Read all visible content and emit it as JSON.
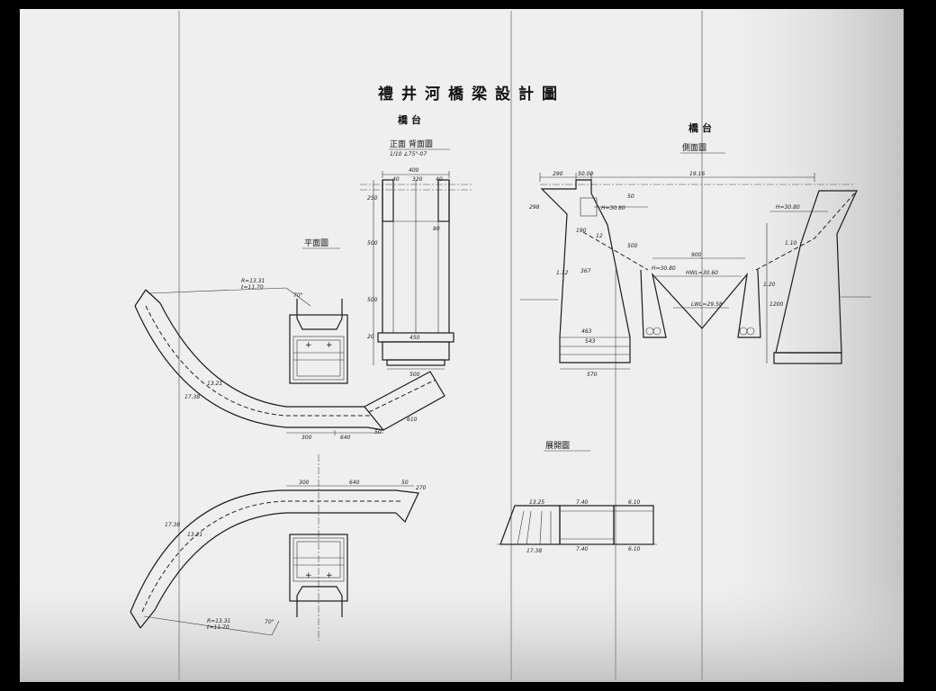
{
  "drawing": {
    "title": "禮井河橋梁設計圖",
    "abutment_left_label": "橋台",
    "abutment_right_label": "橋台",
    "front_back_view": {
      "label": "正面 背面圖",
      "scale": "1/10 ∠75°-07"
    },
    "plan_view": {
      "label": "平面圖"
    },
    "side_view": {
      "label": "側面圖"
    },
    "development_view": {
      "label": "展開圖"
    }
  },
  "dimensions": {
    "front": [
      "400",
      "40",
      "320",
      "40",
      "500",
      "500",
      "20",
      "250",
      "80",
      "450",
      "500"
    ],
    "plan_top": [
      "R=13.31",
      "ℓ=11.70",
      "70°",
      "13.21",
      "17.38",
      "300",
      "640",
      "50",
      "610"
    ],
    "plan_bottom": [
      "300",
      "640",
      "50",
      "270",
      "17.38",
      "13.21",
      "R=13.31",
      "ℓ=11.70",
      "70°"
    ],
    "side": [
      "290",
      "50.00",
      "19.16",
      "298",
      "190",
      "12",
      "50",
      "H=30.80",
      "500",
      "367",
      "H=30.80",
      "900",
      "HWL=30.60",
      "LWL=29.58",
      "463",
      "543",
      "570",
      "1200",
      "1.12",
      "1.10",
      "1.20"
    ],
    "development": [
      "13.25",
      "7.40",
      "6.10",
      "17.38",
      "7.40",
      "6.10"
    ]
  },
  "colors": {
    "paper": "#efefef",
    "ink": "#111111",
    "border": "#000000"
  }
}
